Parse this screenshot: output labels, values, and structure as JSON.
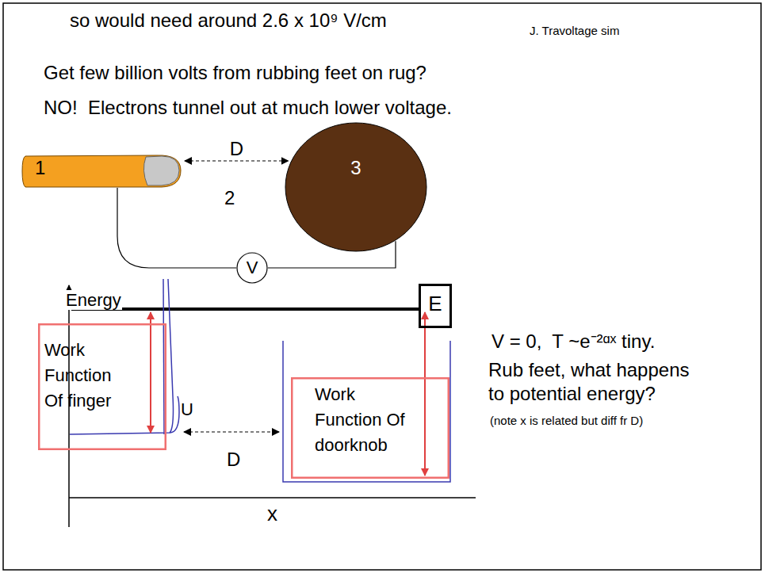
{
  "diagram": {
    "nodes": [
      {
        "text": [
          "1"
        ]
      },
      {
        "text": [
          "3"
        ]
      },
      {
        "text": [
          "V"
        ]
      },
      {
        "text": [
          "E"
        ]
      },
      {
        "text": [
          "Work Function Of finger"
        ]
      },
      {
        "text": [
          "Work Function Of doorknob"
        ]
      }
    ],
    "edges": [
      {
        "from": 0,
        "to": 1,
        "arrow": "both",
        "label": "D"
      },
      {
        "from": 0,
        "to": 2,
        "arrow": "none"
      },
      {
        "from": 2,
        "to": 1,
        "arrow": "none"
      }
    ],
    "labels": [
      "so would need around 2.6 x 10⁹ V/cm",
      "J. Travoltage sim",
      "Get few billion volts from rubbing feet on rug?",
      "NO!  Electrons tunnel out at much lower voltage.",
      "2",
      "Energy",
      "U",
      "D",
      "x",
      "V = 0,  T ~e⁻²ᵅˣ tiny.",
      "Rub feet, what happens to potential energy?",
      "(note x is related but diff fr D)"
    ]
  }
}
